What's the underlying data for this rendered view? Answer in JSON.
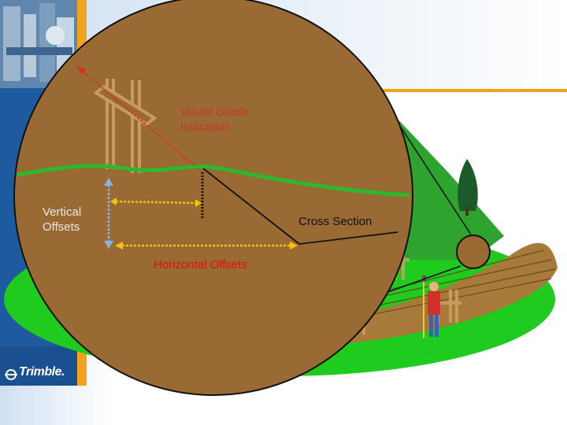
{
  "labels": {
    "visual_grade": "Visual Grade\nIndication",
    "vertical_offsets": "Vertical\nOffsets",
    "cross_section": "Cross Section",
    "horizontal_offsets": "Horizontal Offsets"
  },
  "brand": {
    "logo_text": "Trimble."
  },
  "colors": {
    "background_blue": "#1e5aa0",
    "accent_orange": "#f3a31b",
    "circle_fill": "#9a6a34",
    "ground_green": "#1ecb1e",
    "grade_line": "#2db82d",
    "arrow_red": "#d4321e",
    "offset_marker": "#f5c400"
  },
  "icons": [
    "trimble-logo-icon",
    "surveyor-figure-icon",
    "tree-icon",
    "grade-stake-icon"
  ]
}
